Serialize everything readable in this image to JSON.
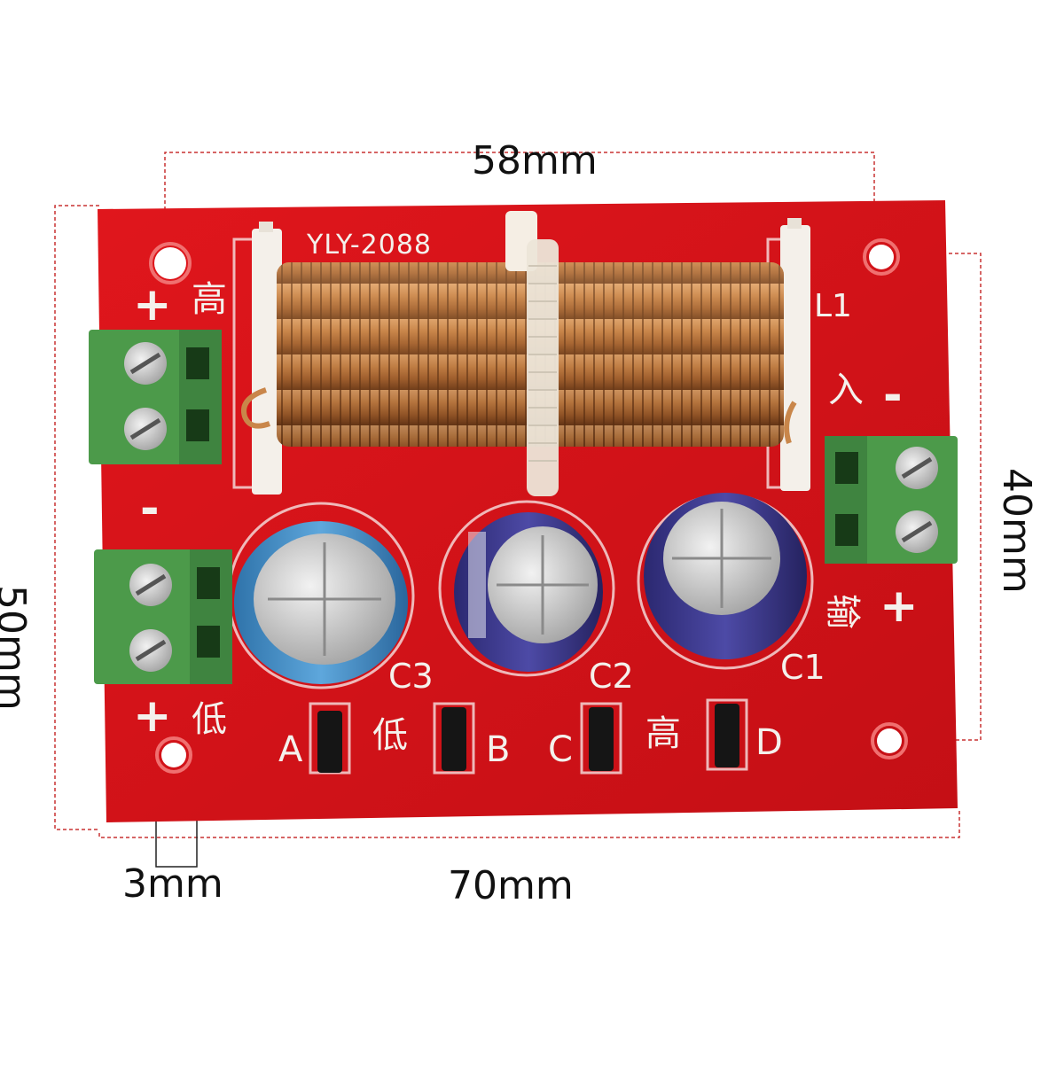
{
  "dimensions": {
    "top_width": "58mm",
    "bottom_width": "70mm",
    "left_height": "50mm",
    "right_height": "40mm",
    "hole_diameter": "3mm"
  },
  "board": {
    "model": "YLY-2088",
    "inductor_label": "L1",
    "capacitors": [
      "C3",
      "C2",
      "C1"
    ],
    "jumper_labels": [
      "A",
      "B",
      "C",
      "D"
    ],
    "silk_high": "高",
    "silk_low": "低",
    "silk_in": "入",
    "silk_out": "输",
    "plus": "+",
    "minus": "-"
  },
  "colors": {
    "pcb": "#d8141a",
    "terminal": "#4c9a4a",
    "capacitor_blue": "#3f8fc8",
    "capacitor_purple": "#3d3a8c",
    "copper": "#c9864a",
    "dimension_line": "#c83232"
  }
}
